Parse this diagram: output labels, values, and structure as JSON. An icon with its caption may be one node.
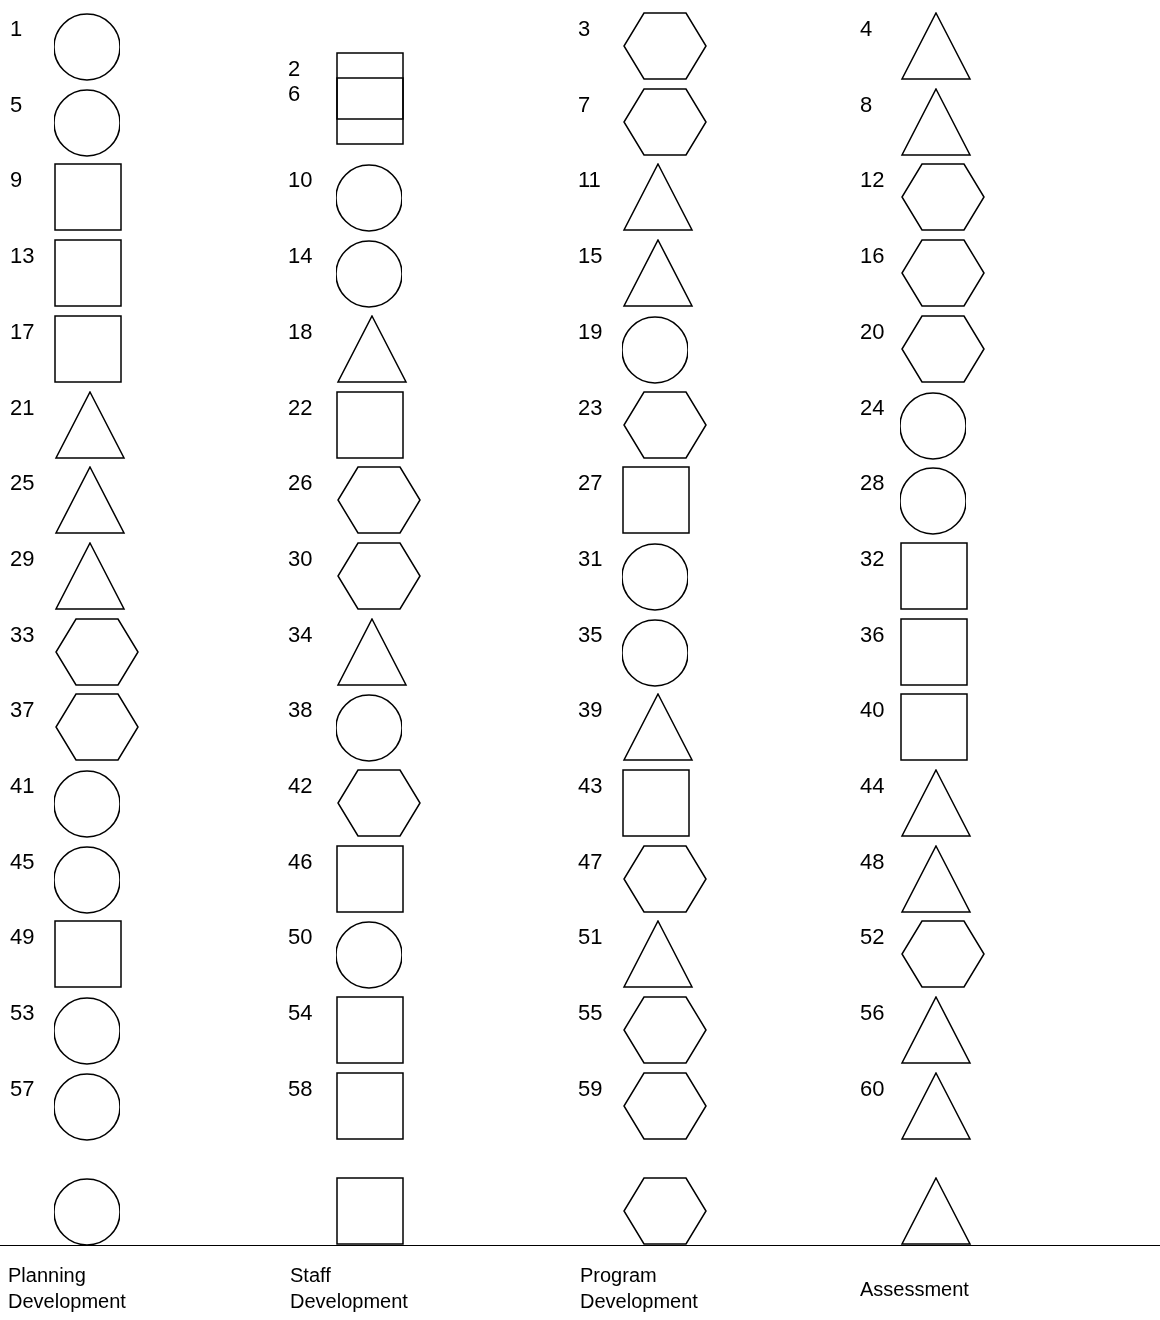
{
  "diagram": {
    "nodes": [
      {
        "text": [],
        "shape": "circle",
        "beside": [
          "1"
        ]
      },
      {
        "text": [],
        "shape": "box",
        "beside": [
          "2"
        ]
      },
      {
        "text": [],
        "shape": "hexagon",
        "beside": [
          "3"
        ]
      },
      {
        "text": [],
        "shape": "triangle",
        "beside": [
          "4"
        ]
      },
      {
        "text": [],
        "shape": "circle",
        "beside": [
          "5"
        ]
      },
      {
        "text": [],
        "shape": "box",
        "beside": [
          "6"
        ]
      },
      {
        "text": [],
        "shape": "hexagon",
        "beside": [
          "7"
        ]
      },
      {
        "text": [],
        "shape": "triangle",
        "beside": [
          "8"
        ]
      },
      {
        "text": [],
        "shape": "box",
        "beside": [
          "9"
        ]
      },
      {
        "text": [],
        "shape": "circle",
        "beside": [
          "10"
        ]
      },
      {
        "text": [],
        "shape": "triangle",
        "beside": [
          "11"
        ]
      },
      {
        "text": [],
        "shape": "hexagon",
        "beside": [
          "12"
        ]
      },
      {
        "text": [],
        "shape": "box",
        "beside": [
          "13"
        ]
      },
      {
        "text": [],
        "shape": "circle",
        "beside": [
          "14"
        ]
      },
      {
        "text": [],
        "shape": "triangle",
        "beside": [
          "15"
        ]
      },
      {
        "text": [],
        "shape": "hexagon",
        "beside": [
          "16"
        ]
      },
      {
        "text": [],
        "shape": "box",
        "beside": [
          "17"
        ]
      },
      {
        "text": [],
        "shape": "triangle",
        "beside": [
          "18"
        ]
      },
      {
        "text": [],
        "shape": "circle",
        "beside": [
          "19"
        ]
      },
      {
        "text": [],
        "shape": "hexagon",
        "beside": [
          "20"
        ]
      },
      {
        "text": [],
        "shape": "triangle",
        "beside": [
          "21"
        ]
      },
      {
        "text": [],
        "shape": "box",
        "beside": [
          "22"
        ]
      },
      {
        "text": [],
        "shape": "hexagon",
        "beside": [
          "23"
        ]
      },
      {
        "text": [],
        "shape": "circle",
        "beside": [
          "24"
        ]
      },
      {
        "text": [],
        "shape": "triangle",
        "beside": [
          "25"
        ]
      },
      {
        "text": [],
        "shape": "hexagon",
        "beside": [
          "26"
        ]
      },
      {
        "text": [],
        "shape": "box",
        "beside": [
          "27"
        ]
      },
      {
        "text": [],
        "shape": "circle",
        "beside": [
          "28"
        ]
      },
      {
        "text": [],
        "shape": "triangle",
        "beside": [
          "29"
        ]
      },
      {
        "text": [],
        "shape": "hexagon",
        "beside": [
          "30"
        ]
      },
      {
        "text": [],
        "shape": "circle",
        "beside": [
          "31"
        ]
      },
      {
        "text": [],
        "shape": "box",
        "beside": [
          "32"
        ]
      },
      {
        "text": [],
        "shape": "hexagon",
        "beside": [
          "33"
        ]
      },
      {
        "text": [],
        "shape": "triangle",
        "beside": [
          "34"
        ]
      },
      {
        "text": [],
        "shape": "circle",
        "beside": [
          "35"
        ]
      },
      {
        "text": [],
        "shape": "box",
        "beside": [
          "36"
        ]
      },
      {
        "text": [],
        "shape": "hexagon",
        "beside": [
          "37"
        ]
      },
      {
        "text": [],
        "shape": "circle",
        "beside": [
          "38"
        ]
      },
      {
        "text": [],
        "shape": "triangle",
        "beside": [
          "39"
        ]
      },
      {
        "text": [],
        "shape": "box",
        "beside": [
          "40"
        ]
      },
      {
        "text": [],
        "shape": "circle",
        "beside": [
          "41"
        ]
      },
      {
        "text": [],
        "shape": "hexagon",
        "beside": [
          "42"
        ]
      },
      {
        "text": [],
        "shape": "box",
        "beside": [
          "43"
        ]
      },
      {
        "text": [],
        "shape": "triangle",
        "beside": [
          "44"
        ]
      },
      {
        "text": [],
        "shape": "circle",
        "beside": [
          "45"
        ]
      },
      {
        "text": [],
        "shape": "box",
        "beside": [
          "46"
        ]
      },
      {
        "text": [],
        "shape": "hexagon",
        "beside": [
          "47"
        ]
      },
      {
        "text": [],
        "shape": "triangle",
        "beside": [
          "48"
        ]
      },
      {
        "text": [],
        "shape": "box",
        "beside": [
          "49"
        ]
      },
      {
        "text": [],
        "shape": "circle",
        "beside": [
          "50"
        ]
      },
      {
        "text": [],
        "shape": "triangle",
        "beside": [
          "51"
        ]
      },
      {
        "text": [],
        "shape": "hexagon",
        "beside": [
          "52"
        ]
      },
      {
        "text": [],
        "shape": "circle",
        "beside": [
          "53"
        ]
      },
      {
        "text": [],
        "shape": "box",
        "beside": [
          "54"
        ]
      },
      {
        "text": [],
        "shape": "hexagon",
        "beside": [
          "55"
        ]
      },
      {
        "text": [],
        "shape": "triangle",
        "beside": [
          "56"
        ]
      },
      {
        "text": [],
        "shape": "circle",
        "beside": [
          "57"
        ]
      },
      {
        "text": [],
        "shape": "box",
        "beside": [
          "58"
        ]
      },
      {
        "text": [],
        "shape": "hexagon",
        "beside": [
          "59"
        ]
      },
      {
        "text": [],
        "shape": "triangle",
        "beside": [
          "60"
        ]
      },
      {
        "text": [],
        "shape": "circle"
      },
      {
        "text": [],
        "shape": "box"
      },
      {
        "text": [],
        "shape": "hexagon"
      },
      {
        "text": [],
        "shape": "triangle"
      }
    ],
    "legend": [
      {
        "text": "Planning Development"
      },
      {
        "text": "Staff Development"
      },
      {
        "text": "Program Development"
      },
      {
        "text": "Assessment"
      }
    ]
  }
}
